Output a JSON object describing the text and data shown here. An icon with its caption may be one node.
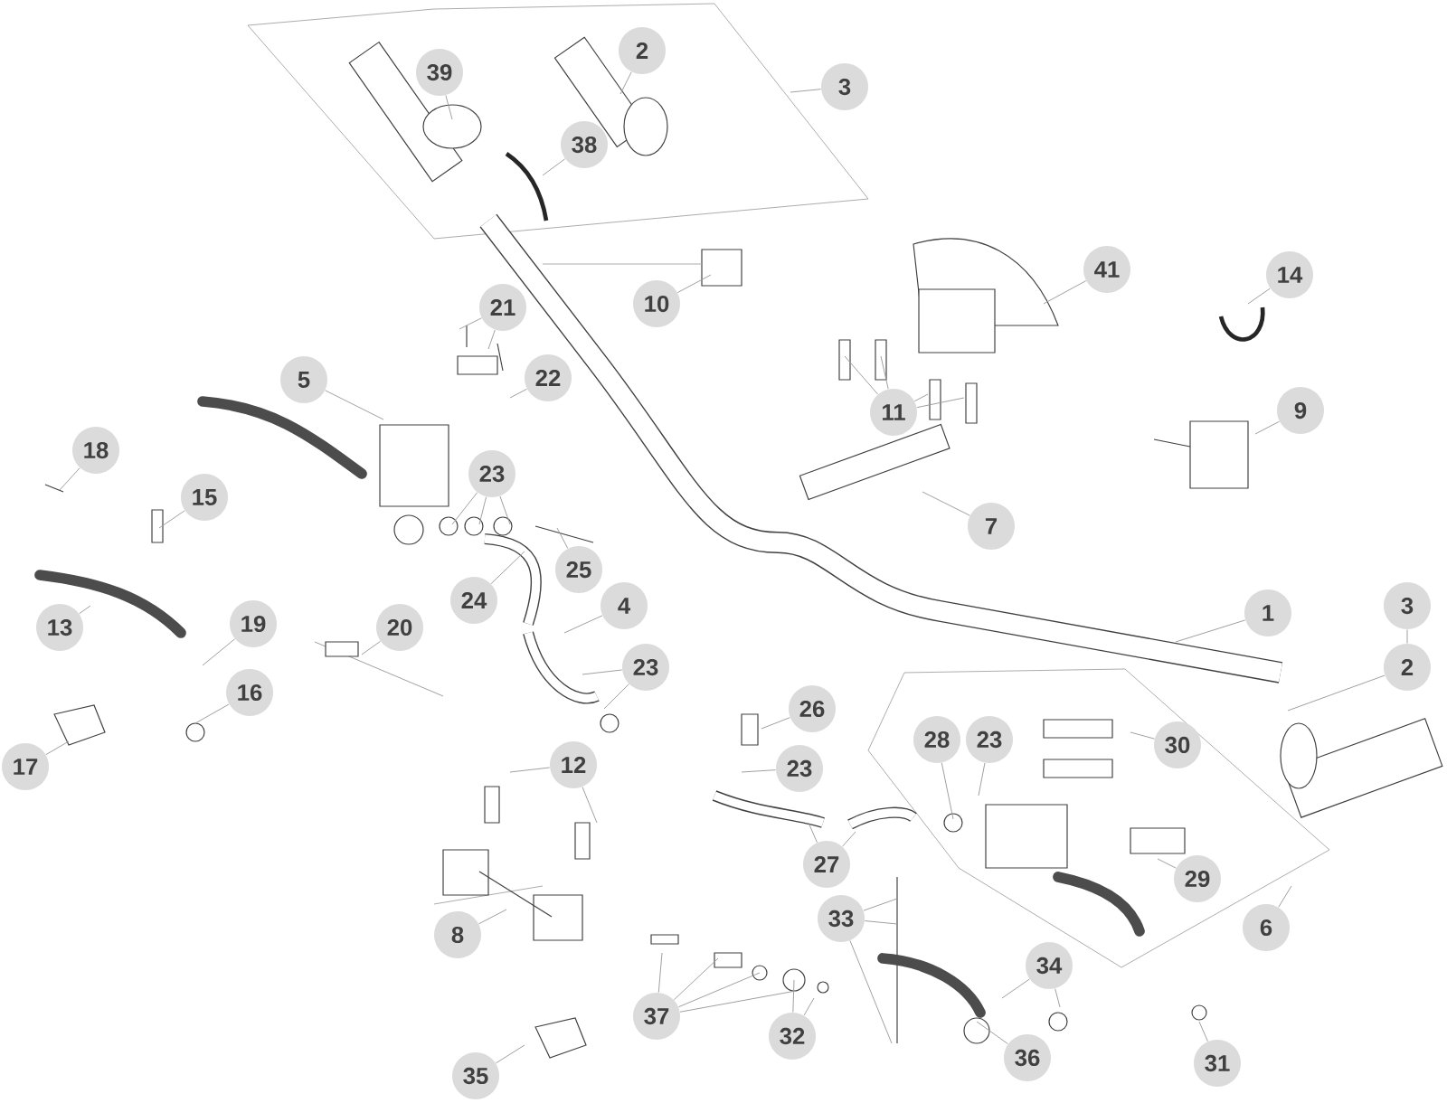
{
  "diagram": {
    "nodes": [
      {
        "text": [
          "39"
        ]
      },
      {
        "text": [
          "2"
        ]
      },
      {
        "text": [
          "3"
        ]
      },
      {
        "text": [
          "38"
        ]
      },
      {
        "text": [
          "41"
        ]
      },
      {
        "text": [
          "14"
        ]
      },
      {
        "text": [
          "10"
        ]
      },
      {
        "text": [
          "21"
        ]
      },
      {
        "text": [
          "22"
        ]
      },
      {
        "text": [
          "5"
        ]
      },
      {
        "text": [
          "11"
        ]
      },
      {
        "text": [
          "9"
        ]
      },
      {
        "text": [
          "18"
        ]
      },
      {
        "text": [
          "23"
        ]
      },
      {
        "text": [
          "15"
        ]
      },
      {
        "text": [
          "7"
        ]
      },
      {
        "text": [
          "25"
        ]
      },
      {
        "text": [
          "24"
        ]
      },
      {
        "text": [
          "4"
        ]
      },
      {
        "text": [
          "3"
        ]
      },
      {
        "text": [
          "1"
        ]
      },
      {
        "text": [
          "19"
        ]
      },
      {
        "text": [
          "13"
        ]
      },
      {
        "text": [
          "20"
        ]
      },
      {
        "text": [
          "23"
        ]
      },
      {
        "text": [
          "2"
        ]
      },
      {
        "text": [
          "16"
        ]
      },
      {
        "text": [
          "26"
        ]
      },
      {
        "text": [
          "28"
        ]
      },
      {
        "text": [
          "23"
        ]
      },
      {
        "text": [
          "30"
        ]
      },
      {
        "text": [
          "12"
        ]
      },
      {
        "text": [
          "17"
        ]
      },
      {
        "text": [
          "23"
        ]
      },
      {
        "text": [
          "27"
        ]
      },
      {
        "text": [
          "29"
        ]
      },
      {
        "text": [
          "33"
        ]
      },
      {
        "text": [
          "6"
        ]
      },
      {
        "text": [
          "8"
        ]
      },
      {
        "text": [
          "34"
        ]
      },
      {
        "text": [
          "37"
        ]
      },
      {
        "text": [
          "32"
        ]
      },
      {
        "text": [
          "36"
        ]
      },
      {
        "text": [
          "31"
        ]
      },
      {
        "text": [
          "35"
        ]
      }
    ],
    "edges": [
      {
        "from": 0,
        "to": null,
        "arrow": "none"
      },
      {
        "from": 1,
        "to": null,
        "arrow": "none"
      },
      {
        "from": 2,
        "to": null,
        "arrow": "none"
      },
      {
        "from": 3,
        "to": null,
        "arrow": "none"
      },
      {
        "from": 4,
        "to": null,
        "arrow": "none"
      },
      {
        "from": 5,
        "to": null,
        "arrow": "none"
      },
      {
        "from": 6,
        "to": null,
        "arrow": "none"
      },
      {
        "from": 7,
        "to": null,
        "arrow": "none"
      },
      {
        "from": 7,
        "to": null,
        "arrow": "none"
      },
      {
        "from": 8,
        "to": null,
        "arrow": "none"
      },
      {
        "from": 9,
        "to": null,
        "arrow": "none"
      },
      {
        "from": 10,
        "to": null,
        "arrow": "none"
      },
      {
        "from": 10,
        "to": null,
        "arrow": "none"
      },
      {
        "from": 10,
        "to": null,
        "arrow": "none"
      },
      {
        "from": 10,
        "to": null,
        "arrow": "none"
      },
      {
        "from": 11,
        "to": null,
        "arrow": "none"
      },
      {
        "from": 12,
        "to": null,
        "arrow": "none"
      },
      {
        "from": 13,
        "to": null,
        "arrow": "none"
      },
      {
        "from": 13,
        "to": null,
        "arrow": "none"
      },
      {
        "from": 13,
        "to": null,
        "arrow": "none"
      },
      {
        "from": 14,
        "to": null,
        "arrow": "none"
      },
      {
        "from": 15,
        "to": null,
        "arrow": "none"
      },
      {
        "from": 16,
        "to": null,
        "arrow": "none"
      },
      {
        "from": 17,
        "to": null,
        "arrow": "none"
      },
      {
        "from": 18,
        "to": null,
        "arrow": "none"
      },
      {
        "from": 19,
        "to": 25,
        "arrow": "none"
      },
      {
        "from": 20,
        "to": null,
        "arrow": "none"
      },
      {
        "from": 21,
        "to": null,
        "arrow": "none"
      },
      {
        "from": 22,
        "to": null,
        "arrow": "none"
      },
      {
        "from": 23,
        "to": null,
        "arrow": "none"
      },
      {
        "from": 24,
        "to": null,
        "arrow": "none"
      },
      {
        "from": 24,
        "to": null,
        "arrow": "none"
      },
      {
        "from": 25,
        "to": null,
        "arrow": "none"
      },
      {
        "from": 26,
        "to": null,
        "arrow": "none"
      },
      {
        "from": 27,
        "to": null,
        "arrow": "none"
      },
      {
        "from": 28,
        "to": null,
        "arrow": "none"
      },
      {
        "from": 29,
        "to": null,
        "arrow": "none"
      },
      {
        "from": 30,
        "to": null,
        "arrow": "none"
      },
      {
        "from": 31,
        "to": null,
        "arrow": "none"
      },
      {
        "from": 31,
        "to": null,
        "arrow": "none"
      },
      {
        "from": 32,
        "to": null,
        "arrow": "none"
      },
      {
        "from": 33,
        "to": null,
        "arrow": "none"
      },
      {
        "from": 34,
        "to": null,
        "arrow": "none"
      },
      {
        "from": 34,
        "to": null,
        "arrow": "none"
      },
      {
        "from": 35,
        "to": null,
        "arrow": "none"
      },
      {
        "from": 36,
        "to": null,
        "arrow": "none"
      },
      {
        "from": 36,
        "to": null,
        "arrow": "none"
      },
      {
        "from": 36,
        "to": null,
        "arrow": "none"
      },
      {
        "from": 37,
        "to": null,
        "arrow": "none"
      },
      {
        "from": 38,
        "to": null,
        "arrow": "none"
      },
      {
        "from": 39,
        "to": null,
        "arrow": "none"
      },
      {
        "from": 39,
        "to": null,
        "arrow": "none"
      },
      {
        "from": 40,
        "to": null,
        "arrow": "none"
      },
      {
        "from": 40,
        "to": null,
        "arrow": "none"
      },
      {
        "from": 40,
        "to": null,
        "arrow": "none"
      },
      {
        "from": 40,
        "to": null,
        "arrow": "none"
      },
      {
        "from": 41,
        "to": null,
        "arrow": "none"
      },
      {
        "from": 41,
        "to": null,
        "arrow": "none"
      },
      {
        "from": 42,
        "to": null,
        "arrow": "none"
      },
      {
        "from": 43,
        "to": null,
        "arrow": "none"
      },
      {
        "from": 44,
        "to": null,
        "arrow": "none"
      }
    ]
  }
}
